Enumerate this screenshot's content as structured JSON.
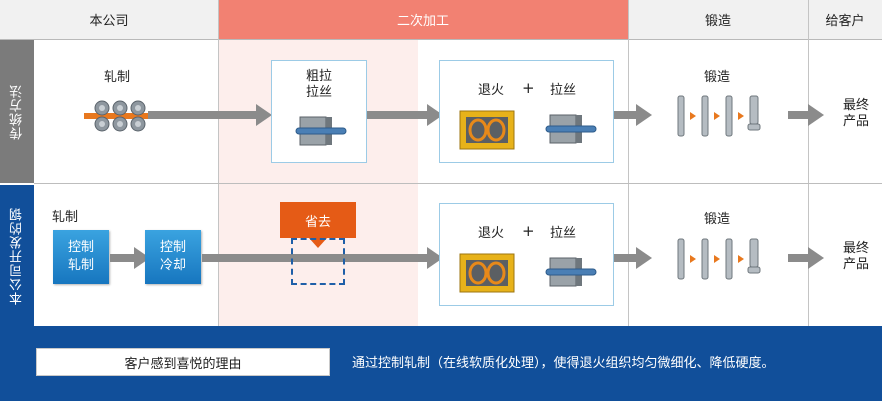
{
  "header": {
    "col1": "本公司",
    "col2": "二次加工",
    "col3": "锻造",
    "col4": "给客户"
  },
  "rows": {
    "row1": {
      "side_label": "传统方法",
      "rolling": "轧制",
      "rough_draw": [
        "粗拉",
        "拉丝"
      ],
      "annealing": "退火",
      "plus": "+",
      "drawing": "拉丝",
      "forging": "锻造",
      "final": [
        "最终",
        "产品"
      ]
    },
    "row2": {
      "side_label": "本公司开发的钢",
      "rolling": "轧制",
      "controlled_rolling": [
        "控制",
        "轧制"
      ],
      "controlled_cooling": [
        "控制",
        "冷却"
      ],
      "omitted": "省去",
      "annealing": "退火",
      "plus": "+",
      "drawing": "拉丝",
      "forging": "锻造",
      "final": [
        "最终",
        "产品"
      ]
    }
  },
  "footer": {
    "reason_label": "客户感到喜悦的理由",
    "reason_text": "通过控制轧制（在线软质化处理），使得退火组织均匀微细化、降低硬度。"
  },
  "colors": {
    "header_accent": "#f28172",
    "side_gray": "#7b7b7b",
    "side_blue": "#114f9a",
    "omit_orange": "#e55b16",
    "button_blue": "#1e88d2",
    "arrow_gray": "#8b8b8b"
  }
}
